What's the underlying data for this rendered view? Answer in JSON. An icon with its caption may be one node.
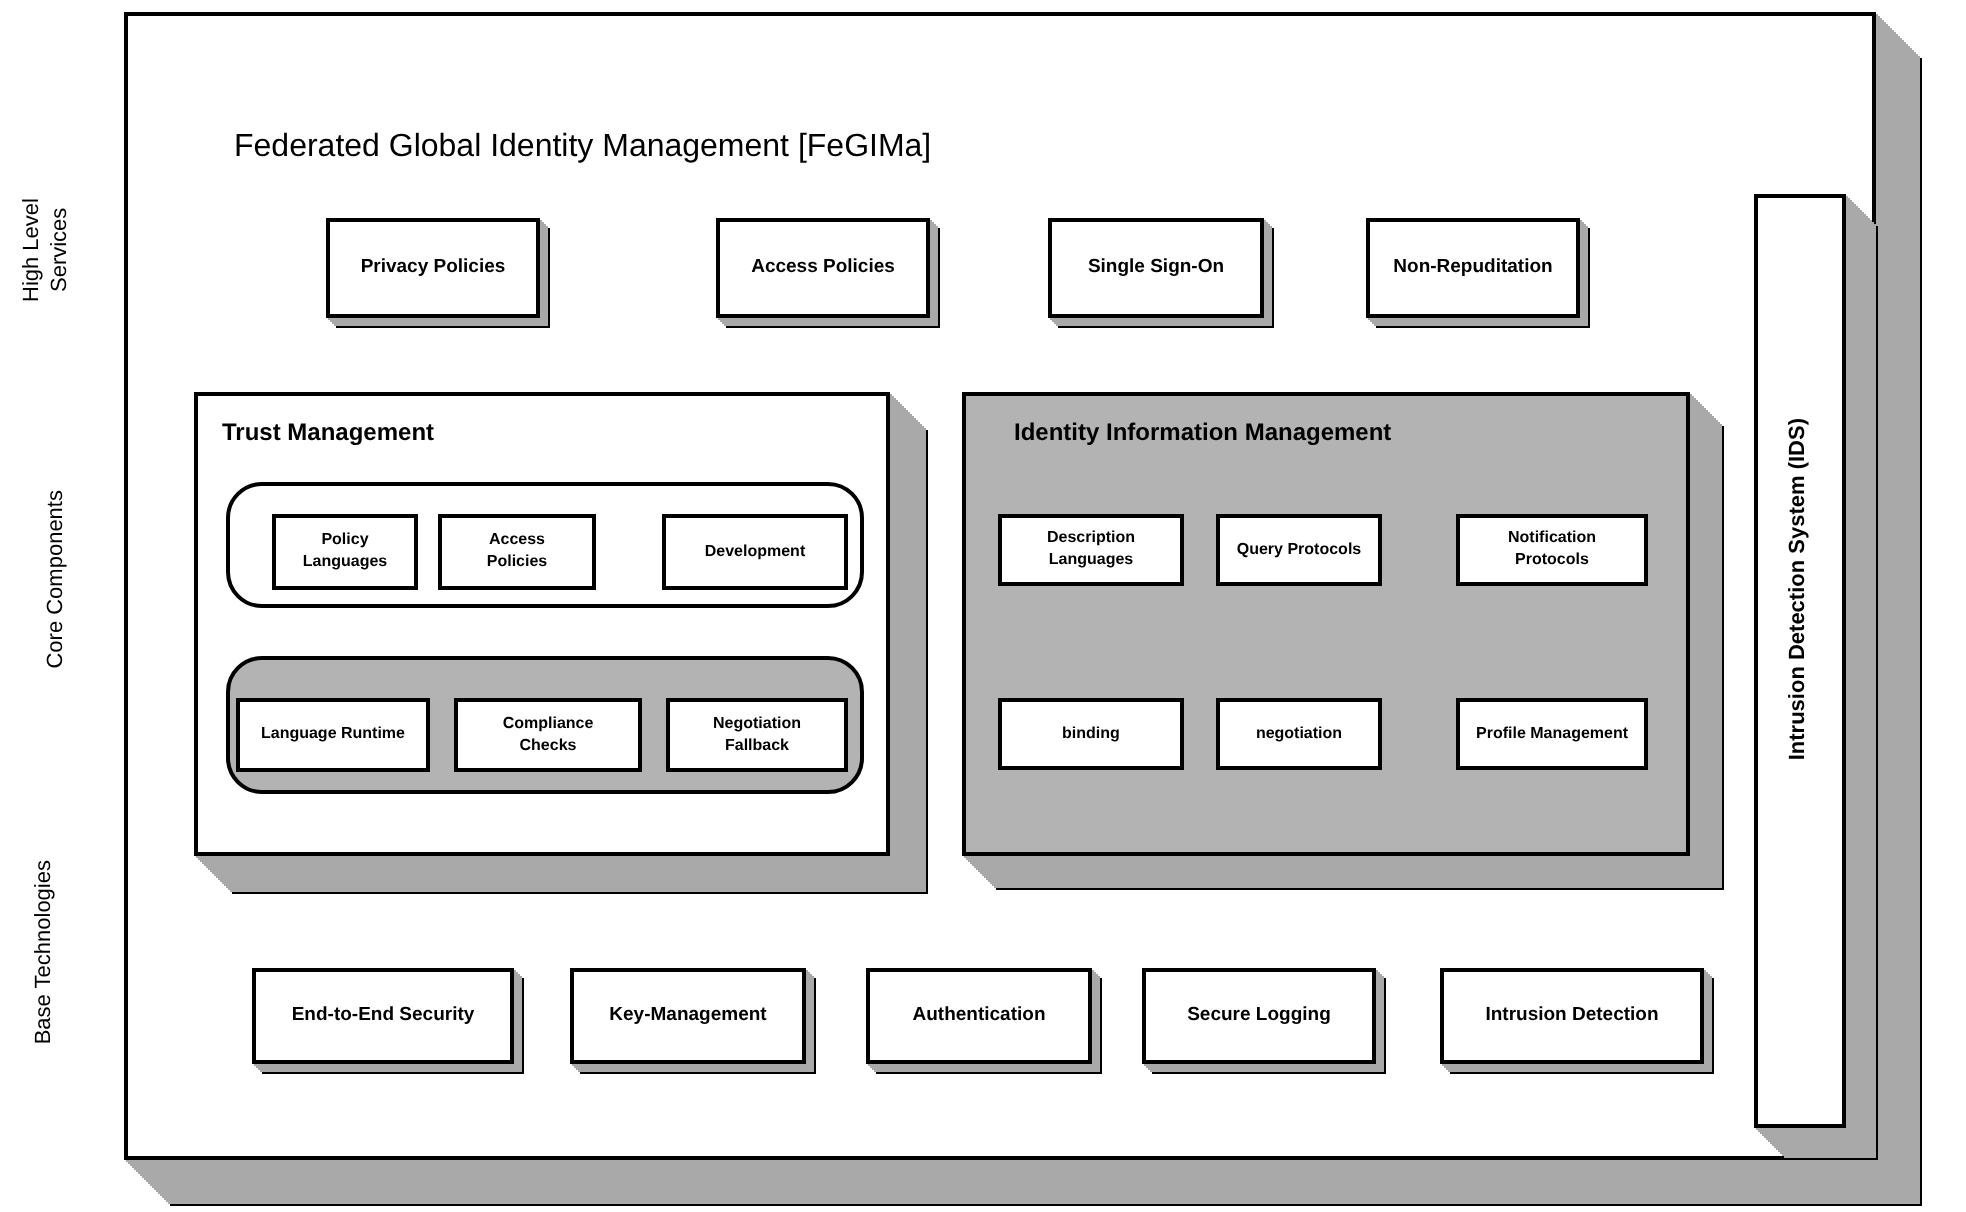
{
  "diagram": {
    "nodes": [
      {
        "text": [
          "Federated Global Identity Management [FeGIMa]"
        ]
      },
      {
        "text": [
          "Privacy Policies"
        ],
        "in": 0
      },
      {
        "text": [
          "Access Policies"
        ],
        "in": 0
      },
      {
        "text": [
          "Single Sign-On"
        ],
        "in": 0
      },
      {
        "text": [
          "Non-Repuditation"
        ],
        "in": 0
      },
      {
        "text": [
          "Trust Management"
        ],
        "in": 0
      },
      {
        "text": [],
        "shape": "box",
        "in": 5
      },
      {
        "text": [
          "Policy Languages"
        ],
        "in": 6
      },
      {
        "text": [
          "Access Policies"
        ],
        "in": 6
      },
      {
        "text": [
          "Development"
        ],
        "in": 6
      },
      {
        "text": [],
        "shape": "box",
        "in": 5
      },
      {
        "text": [
          "Language Runtime"
        ],
        "in": 10
      },
      {
        "text": [
          "Compliance Checks"
        ],
        "in": 10
      },
      {
        "text": [
          "Negotiation Fallback"
        ],
        "in": 10
      },
      {
        "text": [
          "Identity Information Management"
        ],
        "in": 0
      },
      {
        "text": [
          "Description Languages"
        ],
        "in": 14
      },
      {
        "text": [
          "Query Protocols"
        ],
        "in": 14
      },
      {
        "text": [
          "Notification Protocols"
        ],
        "in": 14
      },
      {
        "text": [
          "binding"
        ],
        "in": 14
      },
      {
        "text": [
          "negotiation"
        ],
        "in": 14
      },
      {
        "text": [
          "Profile Management"
        ],
        "in": 14
      },
      {
        "text": [
          "End-to-End Security"
        ],
        "in": 0
      },
      {
        "text": [
          "Key-Management"
        ],
        "in": 0
      },
      {
        "text": [
          "Authentication"
        ],
        "in": 0
      },
      {
        "text": [
          "Secure Logging"
        ],
        "in": 0
      },
      {
        "text": [
          "Intrusion Detection"
        ],
        "in": 0
      },
      {
        "text": [
          "Intrusion Detection System (IDS)"
        ],
        "in": 0
      }
    ],
    "labels": [
      "High Level Services",
      "Core Components",
      "Base Technologies"
    ]
  }
}
